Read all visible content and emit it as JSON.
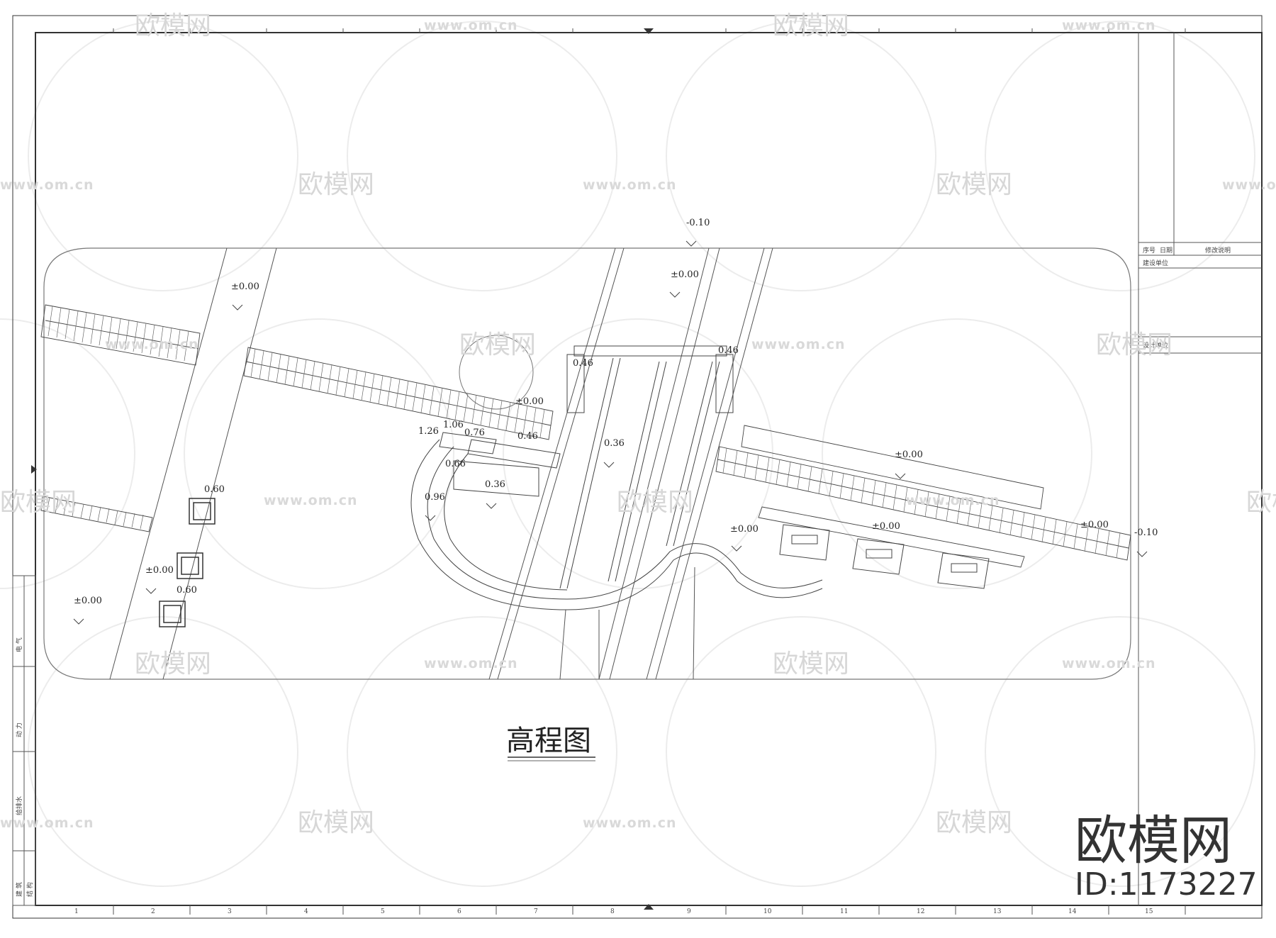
{
  "drawing": {
    "title": "高程图"
  },
  "elevations": {
    "e1": "-0.10",
    "e2": "±0.00",
    "e3": "±0.00",
    "e4": "0.46",
    "e5": "0.46",
    "e6": "±0.00",
    "e7": "1.26",
    "e8": "1.06",
    "e9": "0.76",
    "e10": "0.46",
    "e11": "0.36",
    "e12": "0.66",
    "e13": "0.36",
    "e14": "0.96",
    "e15": "0.60",
    "e16": "±0.00",
    "e17": "0.60",
    "e18": "±0.00",
    "e19": "±0.00",
    "e20": "±0.00",
    "e21": "±0.00",
    "e22": "±0.00",
    "e23": "-0.10"
  },
  "title_block": {
    "col1": "序号",
    "col2": "日期",
    "col3": "修改说明",
    "row1": "建设单位",
    "row2": "设计单位"
  },
  "side_strip": {
    "s1": "电 气",
    "s2": "动 力",
    "s3": "给排水",
    "s4": "建 筑",
    "s5": "结 构"
  },
  "border_numbers": [
    "1",
    "2",
    "3",
    "4",
    "5",
    "6",
    "7",
    "8",
    "9",
    "10",
    "11",
    "12",
    "13",
    "14",
    "15"
  ],
  "watermark": {
    "brand": "欧模网",
    "url": "www.om.cn"
  },
  "brand": {
    "name": "欧模网",
    "id": "ID:1173227"
  }
}
